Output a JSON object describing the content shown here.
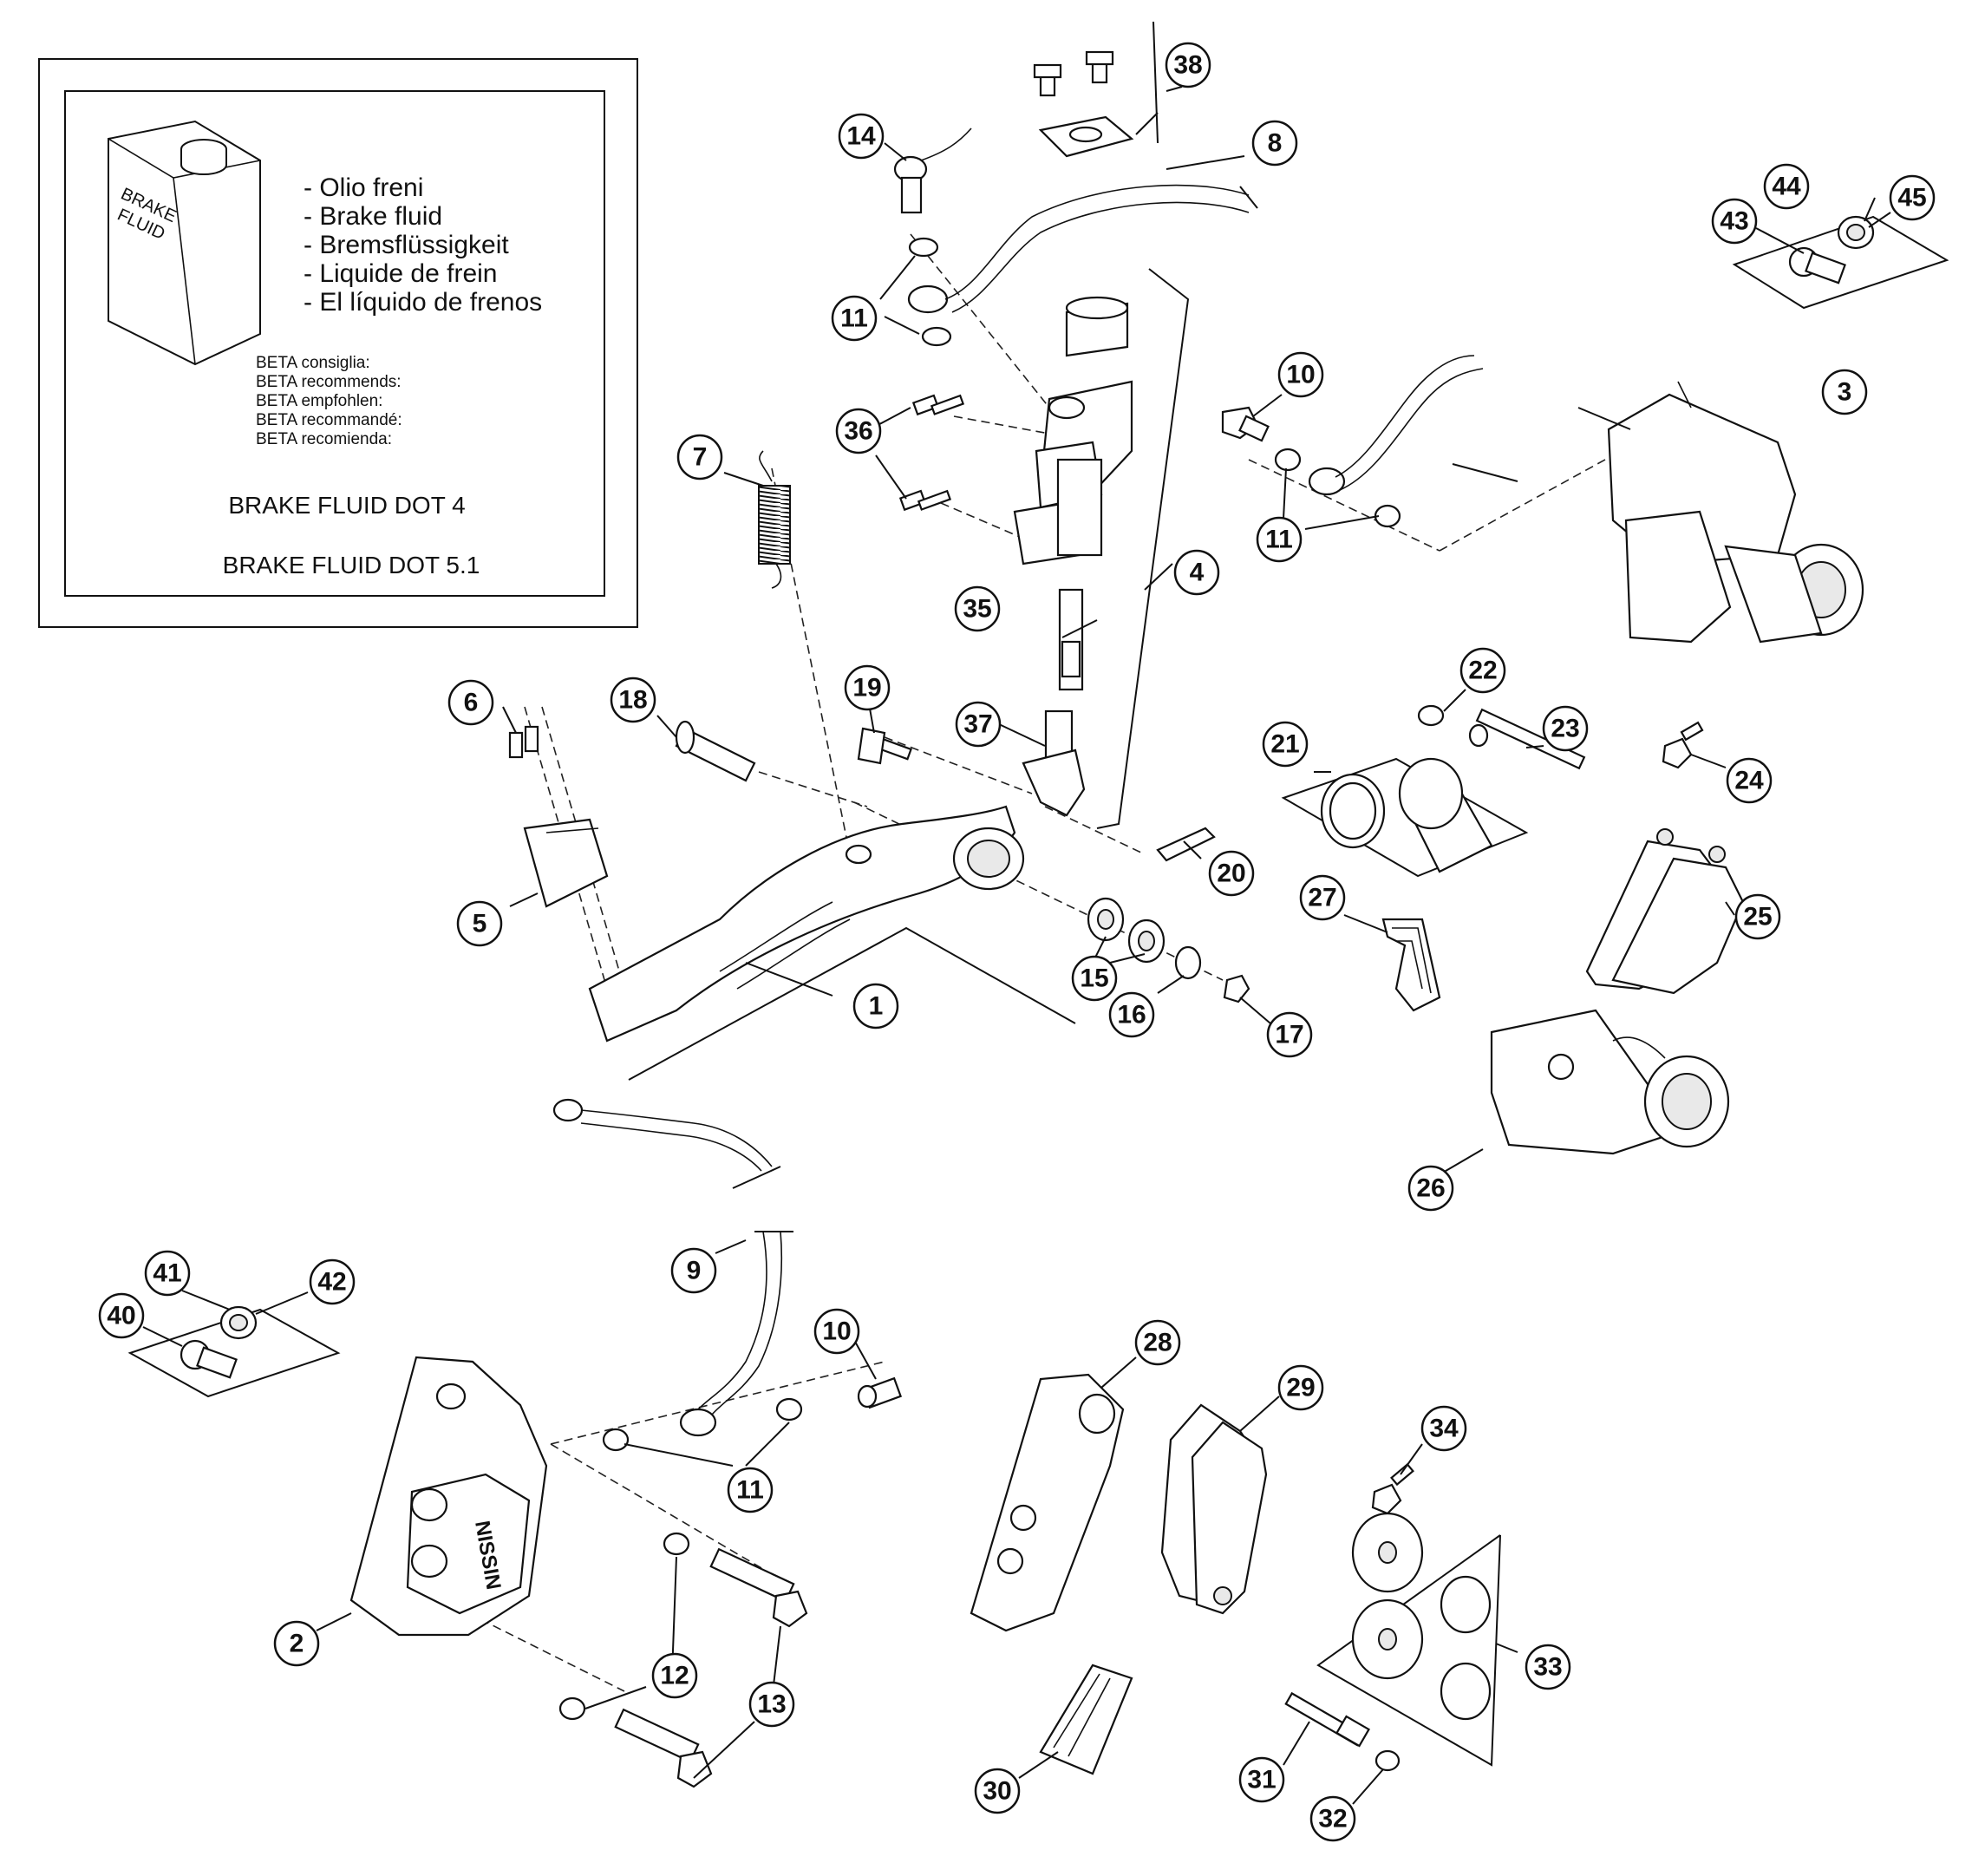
{
  "legend": {
    "can_label_line1": "BRAKE",
    "can_label_line2": "FLUID",
    "fluid_names": [
      "- Olio freni",
      "- Brake fluid",
      "- Bremsflüssigkeit",
      "- Liquide de frein",
      "- El líquido de frenos"
    ],
    "recommends": [
      "BETA consiglia:",
      "BETA recommends:",
      "BETA empfohlen:",
      "BETA recommandé:",
      "BETA recomienda:"
    ],
    "dot4": "BRAKE FLUID DOT 4",
    "dot51": "BRAKE FLUID DOT 5.1"
  },
  "caliper_brand": "NISSIN",
  "callouts": [
    {
      "id": "c1",
      "label": "1"
    },
    {
      "id": "c2",
      "label": "2"
    },
    {
      "id": "c3",
      "label": "3"
    },
    {
      "id": "c4",
      "label": "4"
    },
    {
      "id": "c5",
      "label": "5"
    },
    {
      "id": "c6",
      "label": "6"
    },
    {
      "id": "c7",
      "label": "7"
    },
    {
      "id": "c8",
      "label": "8"
    },
    {
      "id": "c9",
      "label": "9"
    },
    {
      "id": "c10a",
      "label": "10"
    },
    {
      "id": "c10b",
      "label": "10"
    },
    {
      "id": "c11a",
      "label": "11"
    },
    {
      "id": "c11b",
      "label": "11"
    },
    {
      "id": "c11c",
      "label": "11"
    },
    {
      "id": "c12",
      "label": "12"
    },
    {
      "id": "c13",
      "label": "13"
    },
    {
      "id": "c14",
      "label": "14"
    },
    {
      "id": "c15",
      "label": "15"
    },
    {
      "id": "c16",
      "label": "16"
    },
    {
      "id": "c17",
      "label": "17"
    },
    {
      "id": "c18",
      "label": "18"
    },
    {
      "id": "c19",
      "label": "19"
    },
    {
      "id": "c20",
      "label": "20"
    },
    {
      "id": "c21",
      "label": "21"
    },
    {
      "id": "c22",
      "label": "22"
    },
    {
      "id": "c23",
      "label": "23"
    },
    {
      "id": "c24",
      "label": "24"
    },
    {
      "id": "c25",
      "label": "25"
    },
    {
      "id": "c26",
      "label": "26"
    },
    {
      "id": "c27",
      "label": "27"
    },
    {
      "id": "c28",
      "label": "28"
    },
    {
      "id": "c29",
      "label": "29"
    },
    {
      "id": "c30",
      "label": "30"
    },
    {
      "id": "c31",
      "label": "31"
    },
    {
      "id": "c32",
      "label": "32"
    },
    {
      "id": "c33",
      "label": "33"
    },
    {
      "id": "c34",
      "label": "34"
    },
    {
      "id": "c35",
      "label": "35"
    },
    {
      "id": "c36",
      "label": "36"
    },
    {
      "id": "c37",
      "label": "37"
    },
    {
      "id": "c38",
      "label": "38"
    },
    {
      "id": "c40",
      "label": "40"
    },
    {
      "id": "c41",
      "label": "41"
    },
    {
      "id": "c42",
      "label": "42"
    },
    {
      "id": "c43",
      "label": "43"
    },
    {
      "id": "c44",
      "label": "44"
    },
    {
      "id": "c45",
      "label": "45"
    }
  ]
}
